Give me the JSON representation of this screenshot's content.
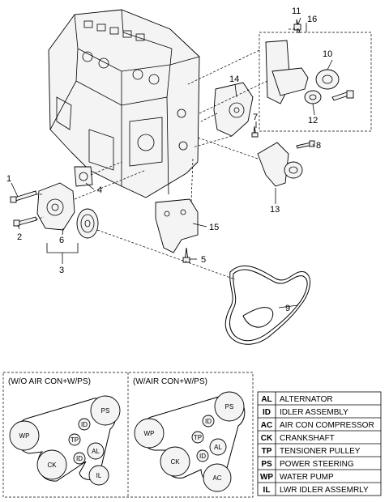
{
  "callouts": [
    {
      "id": "c1",
      "text": "1"
    },
    {
      "id": "c2",
      "text": "2"
    },
    {
      "id": "c3",
      "text": "3"
    },
    {
      "id": "c4",
      "text": "4"
    },
    {
      "id": "c5",
      "text": "5"
    },
    {
      "id": "c6",
      "text": "6"
    },
    {
      "id": "c7",
      "text": "7"
    },
    {
      "id": "c8",
      "text": "8"
    },
    {
      "id": "c9",
      "text": "9"
    },
    {
      "id": "c10",
      "text": "10"
    },
    {
      "id": "c11",
      "text": "11"
    },
    {
      "id": "c12",
      "text": "12"
    },
    {
      "id": "c13",
      "text": "13"
    },
    {
      "id": "c14",
      "text": "14"
    },
    {
      "id": "c15",
      "text": "15"
    },
    {
      "id": "c16",
      "text": "16"
    }
  ],
  "routing": {
    "left_title": "(W/O AIR CON+W/PS)",
    "right_title": "(W/AIR CON+W/PS)",
    "left_pulleys": [
      "PS",
      "WP",
      "ID",
      "TP",
      "AL",
      "CK",
      "ID",
      "IL"
    ],
    "right_pulleys": [
      "PS",
      "WP",
      "ID",
      "TP",
      "AL",
      "CK",
      "ID",
      "AC"
    ]
  },
  "legend": [
    {
      "code": "AL",
      "desc": "ALTERNATOR"
    },
    {
      "code": "ID",
      "desc": "IDLER ASSEMBLY"
    },
    {
      "code": "AC",
      "desc": "AIR CON COMPRESSOR"
    },
    {
      "code": "CK",
      "desc": "CRANKSHAFT"
    },
    {
      "code": "TP",
      "desc": "TENSIONER PULLEY"
    },
    {
      "code": "PS",
      "desc": "POWER STEERING"
    },
    {
      "code": "WP",
      "desc": "WATER PUMP"
    },
    {
      "code": "IL",
      "desc": "LWR IDLER ASSEMRLY"
    }
  ]
}
